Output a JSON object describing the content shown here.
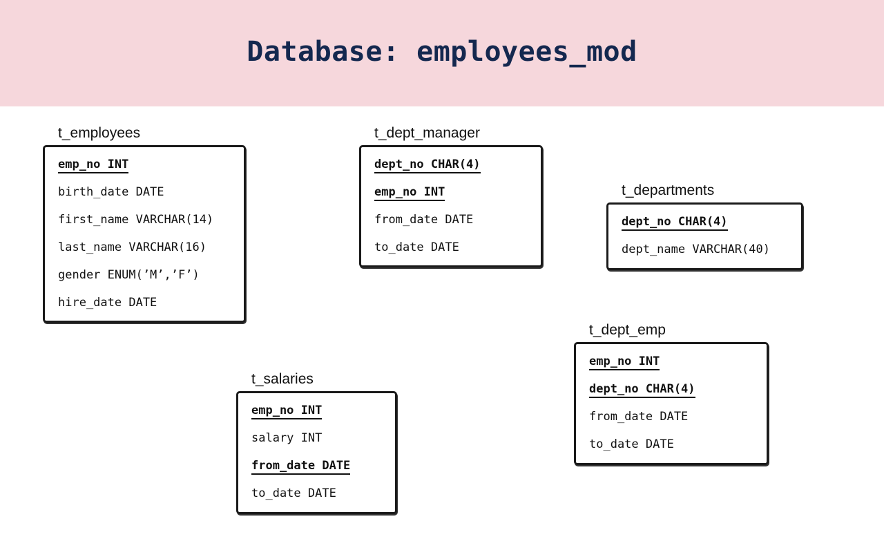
{
  "title": "Database: employees_mod",
  "tables": [
    {
      "name": "t_employees",
      "fields": [
        {
          "text": "emp_no INT",
          "key": true
        },
        {
          "text": "birth_date DATE",
          "key": false
        },
        {
          "text": "first_name VARCHAR(14)",
          "key": false
        },
        {
          "text": "last_name VARCHAR(16)",
          "key": false
        },
        {
          "text": "gender ENUM(’M’,’F’)",
          "key": false
        },
        {
          "text": "hire_date DATE",
          "key": false
        }
      ]
    },
    {
      "name": "t_dept_manager",
      "fields": [
        {
          "text": "dept_no CHAR(4)",
          "key": true
        },
        {
          "text": "emp_no INT",
          "key": true
        },
        {
          "text": "from_date DATE",
          "key": false
        },
        {
          "text": "to_date DATE",
          "key": false
        }
      ]
    },
    {
      "name": "t_departments",
      "fields": [
        {
          "text": "dept_no CHAR(4)",
          "key": true
        },
        {
          "text": "dept_name VARCHAR(40)",
          "key": false
        }
      ]
    },
    {
      "name": "t_dept_emp",
      "fields": [
        {
          "text": "emp_no INT",
          "key": true
        },
        {
          "text": "dept_no CHAR(4)",
          "key": true
        },
        {
          "text": "from_date DATE",
          "key": false
        },
        {
          "text": "to_date DATE",
          "key": false
        }
      ]
    },
    {
      "name": "t_salaries",
      "fields": [
        {
          "text": "emp_no INT",
          "key": true
        },
        {
          "text": "salary INT",
          "key": false
        },
        {
          "text": "from_date DATE",
          "key": true
        },
        {
          "text": "to_date DATE",
          "key": false
        }
      ]
    }
  ]
}
